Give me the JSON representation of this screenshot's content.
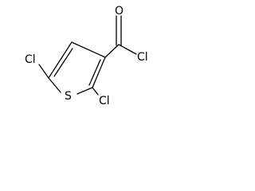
{
  "molecule": {
    "atoms": {
      "o_carbonyl": "O",
      "cl_acyl": "Cl",
      "cl_ring_left": "Cl",
      "s_ring": "S",
      "cl_ring_right": "Cl"
    }
  },
  "colors": {
    "bond": "#000000",
    "label": "#000000",
    "background": "#ffffff"
  }
}
